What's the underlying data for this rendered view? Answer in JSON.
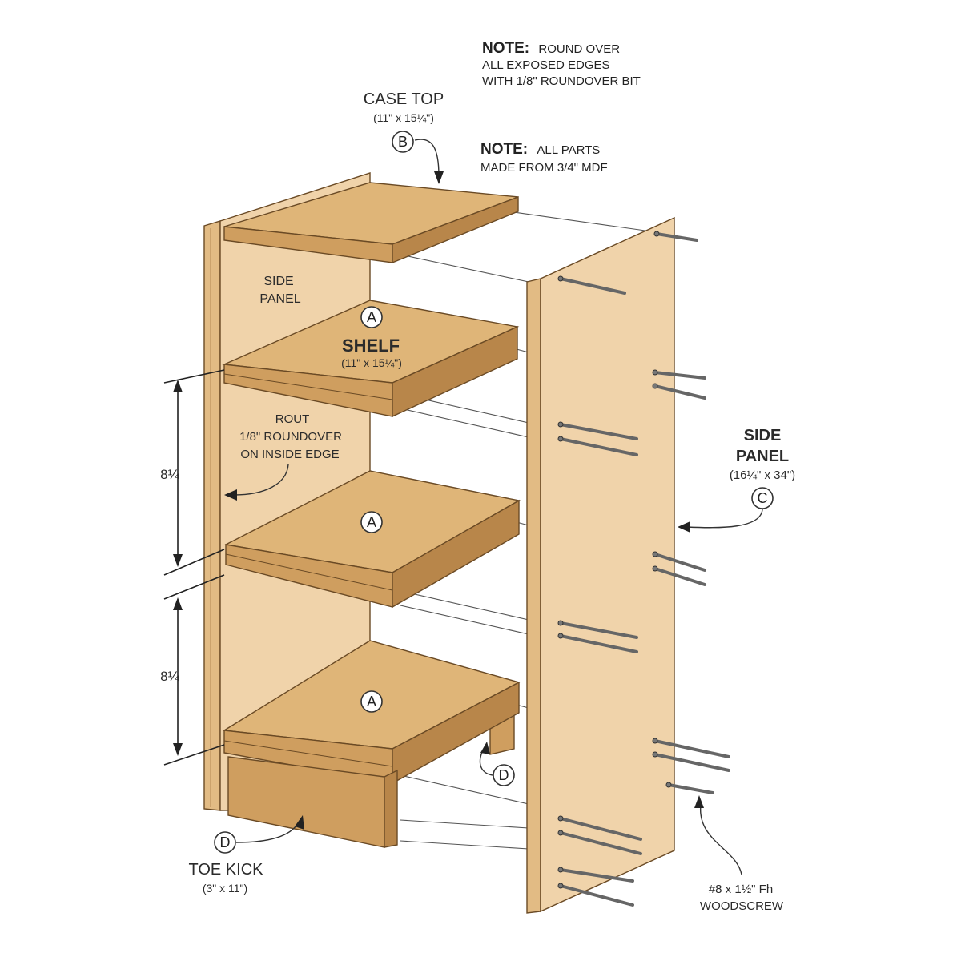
{
  "notes": [
    {
      "lead": "NOTE:",
      "lines": [
        "ROUND OVER",
        "ALL EXPOSED EDGES",
        "WITH 1/8\" ROUNDOVER BIT"
      ]
    },
    {
      "lead": "NOTE:",
      "lines": [
        "ALL PARTS",
        "MADE FROM 3/4\" MDF"
      ]
    }
  ],
  "parts": {
    "case_top": {
      "name": "CASE TOP",
      "size": "(11\" x 15¼\")",
      "tag": "B"
    },
    "shelf": {
      "name": "SHELF",
      "size": "(11\" x 15¼\")",
      "tag": "A"
    },
    "side_panel_left": {
      "name_lines": [
        "SIDE",
        "PANEL"
      ]
    },
    "side_panel_right": {
      "name_lines": [
        "SIDE",
        "PANEL"
      ],
      "size": "(16¼\" x 34\")",
      "tag": "C"
    },
    "toe_kick": {
      "name": "TOE KICK",
      "size": "(3\" x 11\")",
      "tag": "D"
    },
    "toe_kick_back_tag": "D",
    "shelf_tags": [
      "A",
      "A"
    ]
  },
  "callouts": {
    "rout_lines": [
      "ROUT",
      "1/8\" ROUNDOVER",
      "ON INSIDE EDGE"
    ],
    "screw_lines": [
      "#8 x 1½\" Fh",
      "WOODSCREW"
    ]
  },
  "dimensions": [
    "8¼",
    "8¼"
  ],
  "colors": {
    "wood_top": "#dfb578",
    "wood_edge": "#cf9e5f",
    "panel_face": "#f0d3aa",
    "outline": "#6a4a25"
  }
}
